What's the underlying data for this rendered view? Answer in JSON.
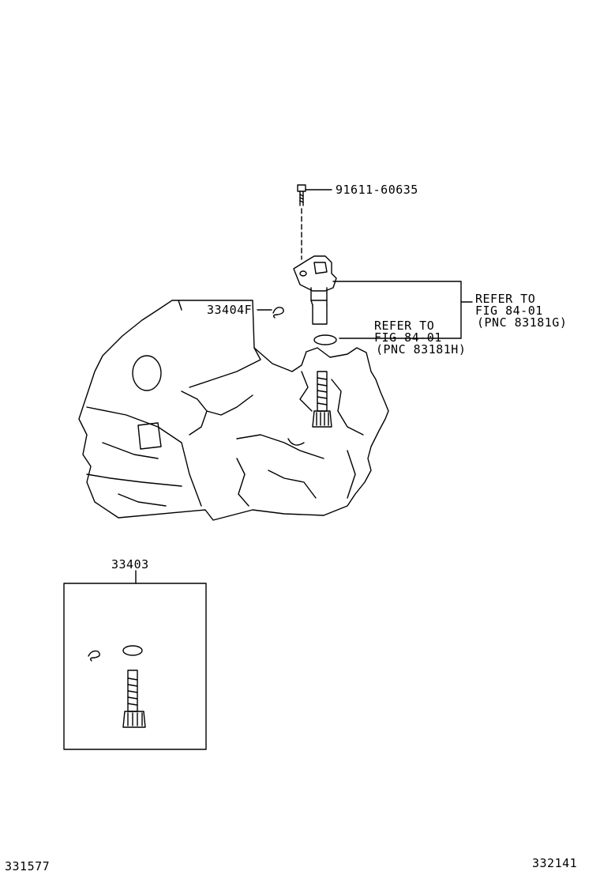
{
  "callouts": {
    "bolt_part": "91611-60635",
    "sensor_ref": {
      "line1": "REFER TO",
      "line2": "FIG 84-01",
      "line3": "(PNC 83181G)"
    },
    "oring_ref": {
      "line1": "REFER TO",
      "line2": "FIG 84-01",
      "line3": "(PNC 83181H)"
    },
    "clip_part": "33404F",
    "kit_part": "33403"
  },
  "footer": {
    "left_code": "331577",
    "right_code": "332141"
  }
}
